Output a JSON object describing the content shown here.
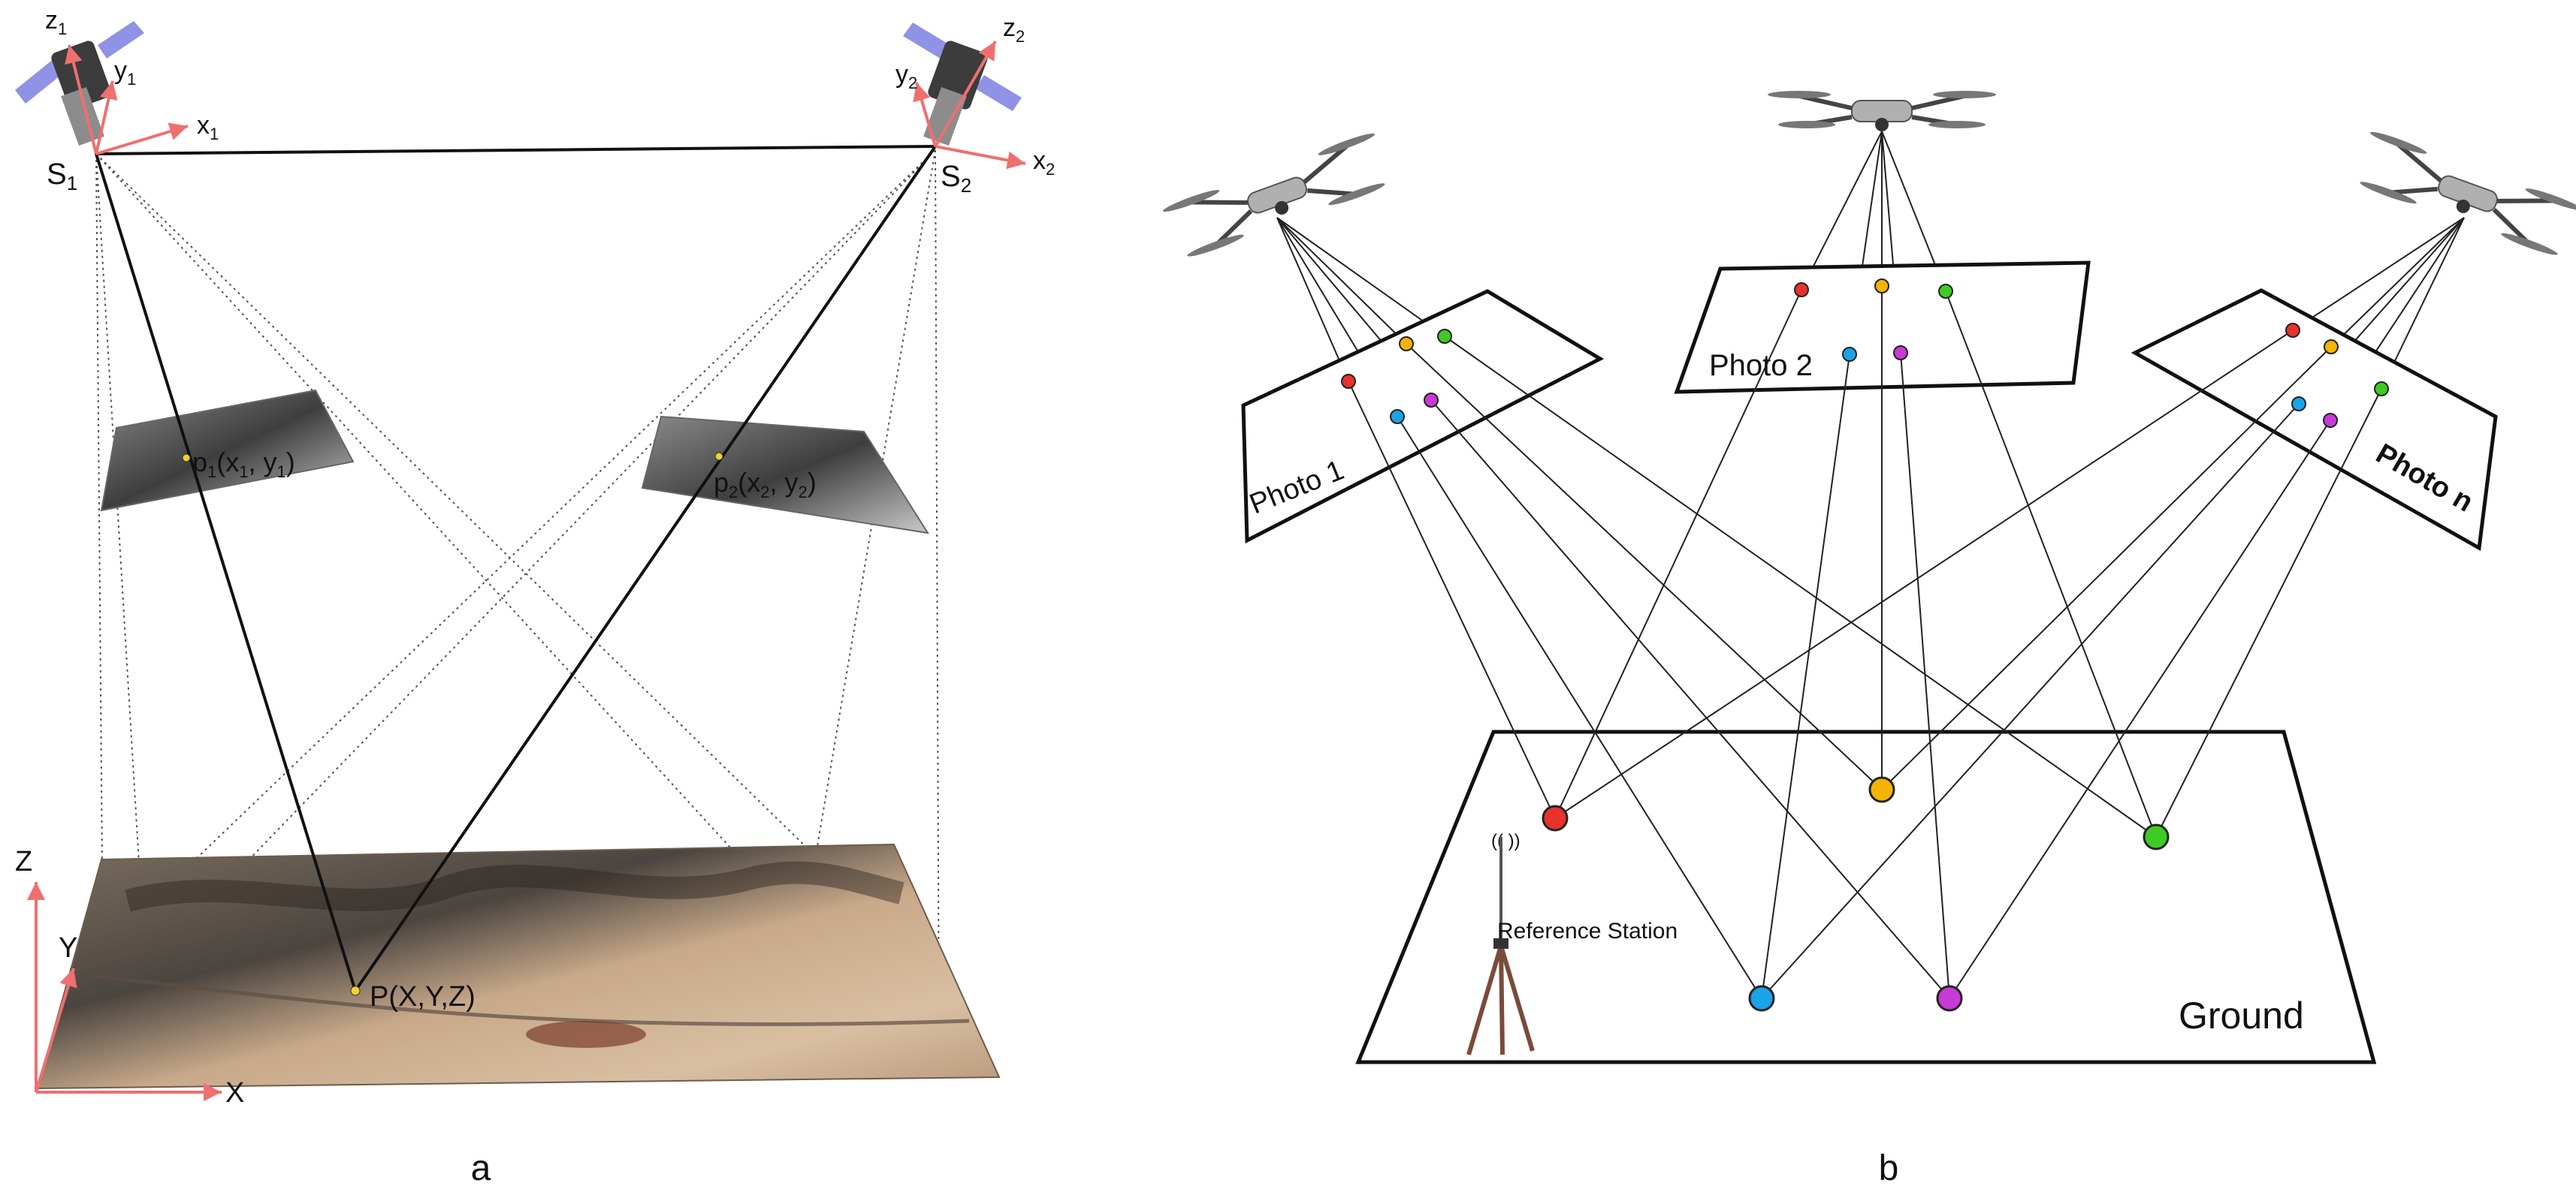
{
  "panel_a": {
    "caption": "a",
    "s1_label": "S",
    "s1_sub": "1",
    "s2_label": "S",
    "s2_sub": "2",
    "cam1_axes": {
      "z": "z",
      "z_sub": "1",
      "y": "y",
      "y_sub": "1",
      "x": "x",
      "x_sub": "1"
    },
    "cam2_axes": {
      "z": "z",
      "z_sub": "2",
      "y": "y",
      "y_sub": "2",
      "x": "x",
      "x_sub": "2"
    },
    "p1_label": "p",
    "p1_sub": "1",
    "p1_coords": "(x",
    "p1_coords_sub1": "1",
    "p1_coords_mid": ", y",
    "p1_coords_sub2": "1",
    "p1_coords_end": ")",
    "p2_label": "p",
    "p2_sub": "2",
    "p2_coords": "(x",
    "p2_coords_sub1": "2",
    "p2_coords_mid": ", y",
    "p2_coords_sub2": "2",
    "p2_coords_end": ")",
    "ground_point": "P(X,Y,Z)",
    "world_axes": {
      "z": "Z",
      "y": "Y",
      "x": "X"
    },
    "colors": {
      "axis": "#ef6f6f",
      "sat_panel": "#7b7fe0",
      "terrain": "#b89a78"
    }
  },
  "panel_b": {
    "caption": "b",
    "photo1": "Photo 1",
    "photo2": "Photo 2",
    "photon": "Photo n",
    "ground": "Ground",
    "reference_station": "Reference Station",
    "colors": {
      "red": "#e8322c",
      "yellow": "#f4b400",
      "green": "#3ecb24",
      "cyan": "#1aa3e8",
      "magenta": "#c83ad6"
    }
  }
}
